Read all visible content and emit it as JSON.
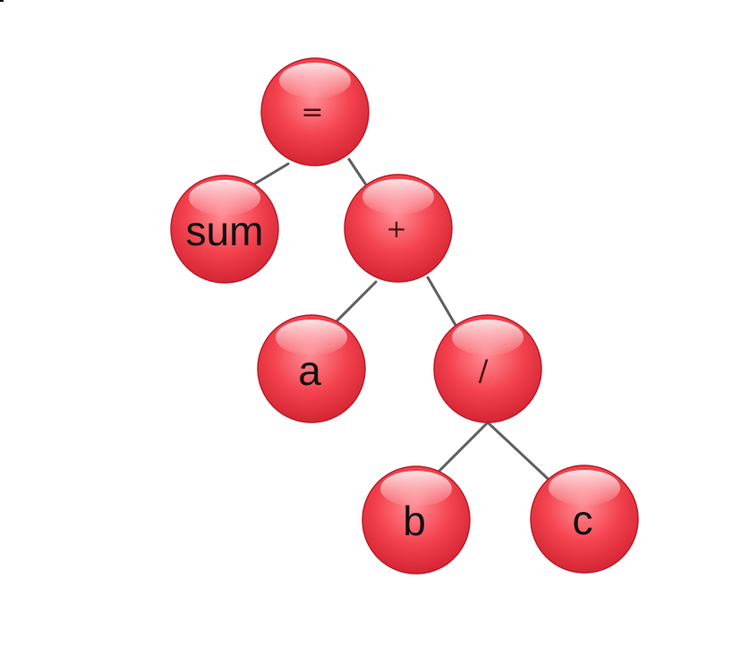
{
  "diagram": {
    "nodes": {
      "eq": {
        "label": "=",
        "kind": "operator"
      },
      "sum": {
        "label": "sum",
        "kind": "operand"
      },
      "plus": {
        "label": "+",
        "kind": "operator"
      },
      "a": {
        "label": "a",
        "kind": "operand"
      },
      "div": {
        "label": "/",
        "kind": "operator"
      },
      "b": {
        "label": "b",
        "kind": "operand"
      },
      "c": {
        "label": "c",
        "kind": "operand"
      }
    },
    "edges": [
      {
        "from": "eq",
        "to": "sum"
      },
      {
        "from": "eq",
        "to": "plus"
      },
      {
        "from": "plus",
        "to": "a"
      },
      {
        "from": "plus",
        "to": "div"
      },
      {
        "from": "div",
        "to": "b"
      },
      {
        "from": "div",
        "to": "c"
      }
    ],
    "colors": {
      "node_fill": "#f4434f",
      "node_highlight": "#ffc7cb",
      "node_edge": "#b81d2a",
      "connector": "#5f5f5f"
    }
  }
}
